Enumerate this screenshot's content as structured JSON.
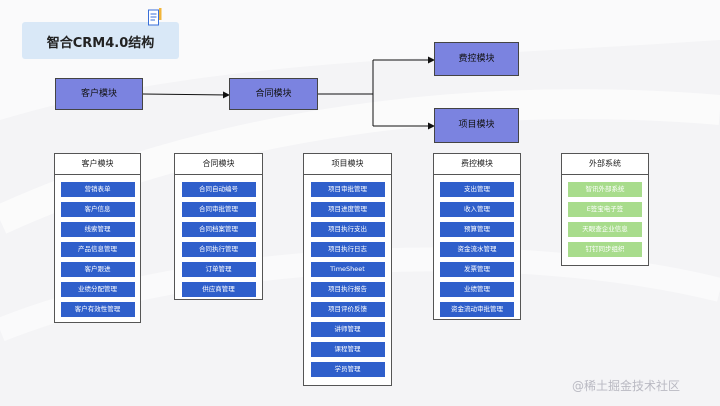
{
  "title": "智合CRM4.0结构",
  "watermark": "@稀土掘金技术社区",
  "flow": {
    "customer": "客户模块",
    "contract": "合同模块",
    "finance": "费控模块",
    "project": "项目模块"
  },
  "panels": [
    {
      "title": "客户模块",
      "items": [
        "营销表单",
        "客户信息",
        "线索管理",
        "产品信息管理",
        "客户跟进",
        "业绩分配管理",
        "客户有效性管理"
      ]
    },
    {
      "title": "合同模块",
      "items": [
        "合同自动编号",
        "合同审批管理",
        "合同档案管理",
        "合同执行管理",
        "订单管理",
        "供应商管理"
      ]
    },
    {
      "title": "项目模块",
      "items": [
        "项目审批管理",
        "项目进度管理",
        "项目执行支出",
        "项目执行日志",
        "TimeSheet",
        "项目执行报告",
        "项目评价反馈",
        "讲师管理",
        "课程管理",
        "学员管理"
      ]
    },
    {
      "title": "费控模块",
      "items": [
        "支出管理",
        "收入管理",
        "预算管理",
        "资金流水管理",
        "发票管理",
        "业绩管理",
        "资金流动审批管理"
      ]
    },
    {
      "title": "外部系统",
      "items": [
        "智讯外部系统",
        "E签宝电子签",
        "天眼查企业信息",
        "钉钉同步组织"
      ]
    }
  ],
  "colors": {
    "node": "#7b83e0",
    "item": "#2f5fcb",
    "external": "#a8dc8c",
    "title_bg": "#d9e8f7"
  }
}
